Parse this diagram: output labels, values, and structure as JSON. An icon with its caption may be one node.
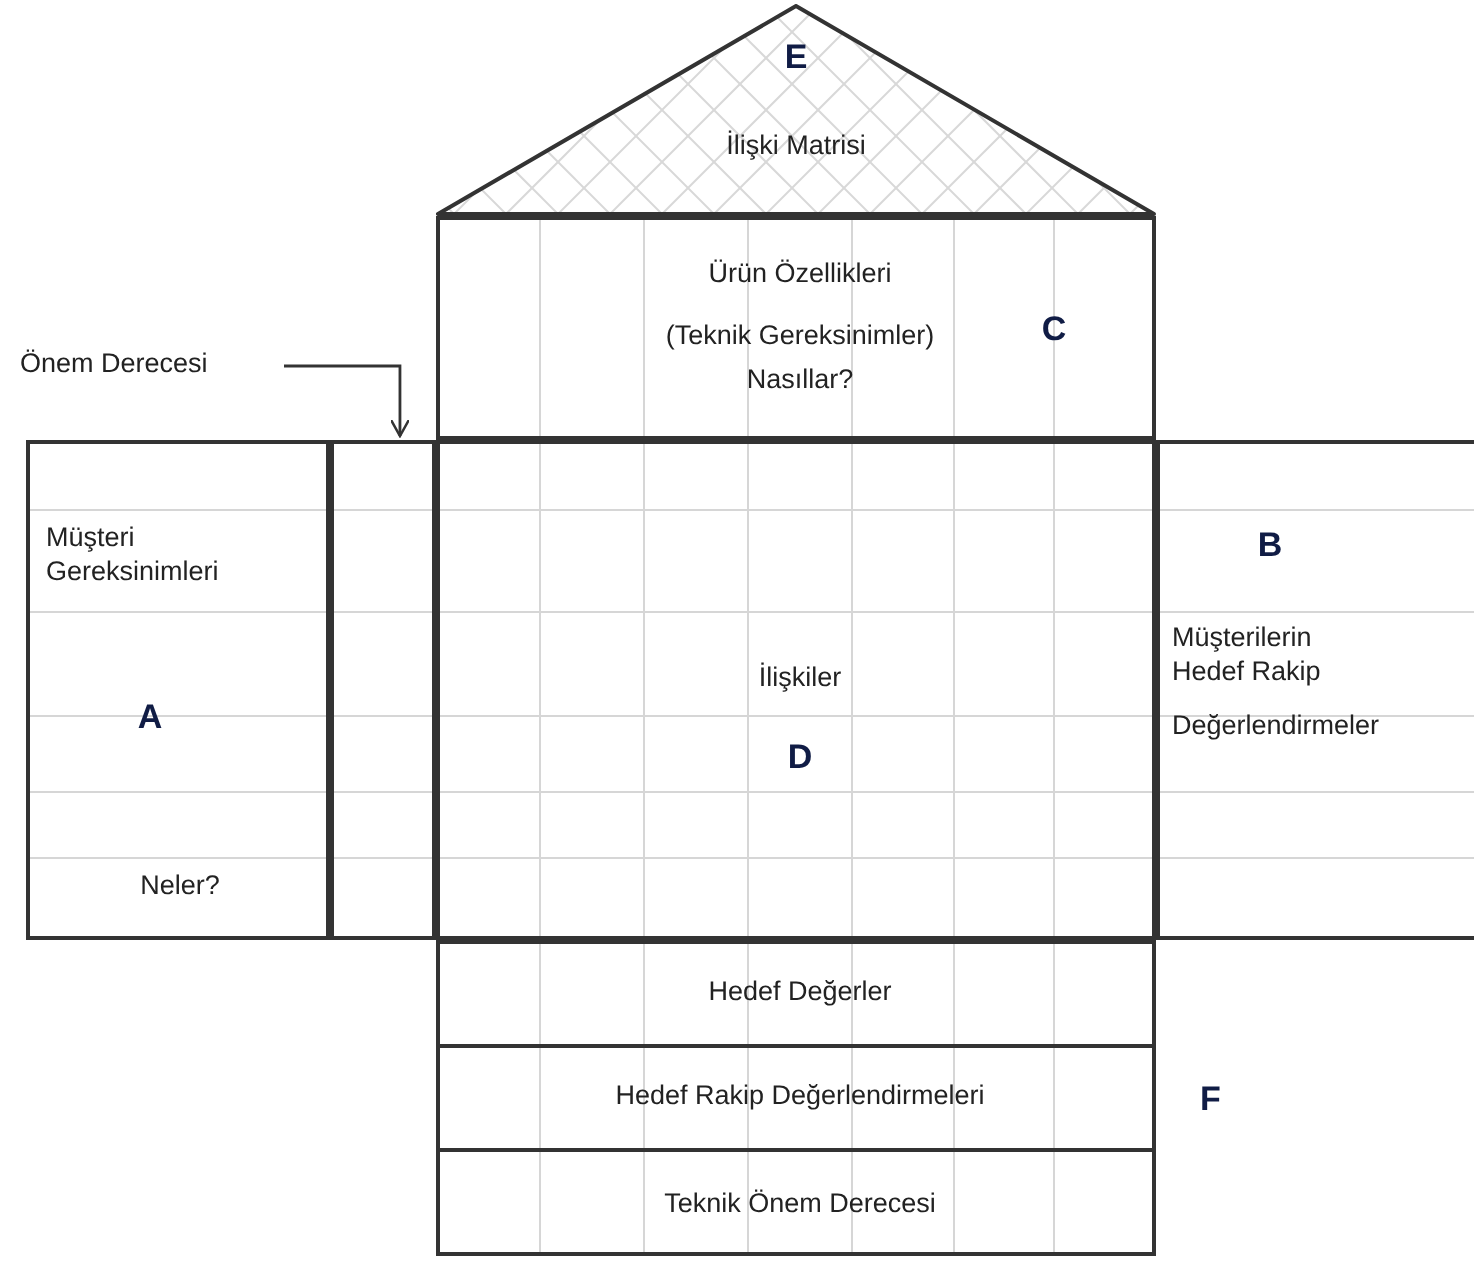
{
  "diagram": {
    "nodes": [
      {
        "text": [
          "E",
          "İlişki Matrisi"
        ]
      },
      {
        "text": [
          "Ürün Özellikleri",
          "(Teknik Gereksinimler)",
          "Nasıllar?",
          "C"
        ]
      },
      {
        "text": [
          "Önem Derecesi"
        ]
      },
      {
        "text": [
          "Müşteri Gereksinimleri",
          "A",
          "Neler?"
        ]
      },
      {
        "text": [],
        "shape": "box"
      },
      {
        "text": [
          "İlişkiler",
          "D"
        ]
      },
      {
        "text": [
          "B",
          "Müşterilerin Hedef Rakip",
          "Değerlendirmeler"
        ]
      },
      {
        "text": [
          "Hedef Değerler"
        ]
      },
      {
        "text": [
          "Hedef Rakip Değerlendirmeleri"
        ]
      },
      {
        "text": [
          "Teknik Önem Derecesi"
        ]
      }
    ],
    "edges": [
      {
        "from": 2,
        "to": 4,
        "arrow": "to"
      }
    ],
    "labels": [
      "F"
    ]
  }
}
